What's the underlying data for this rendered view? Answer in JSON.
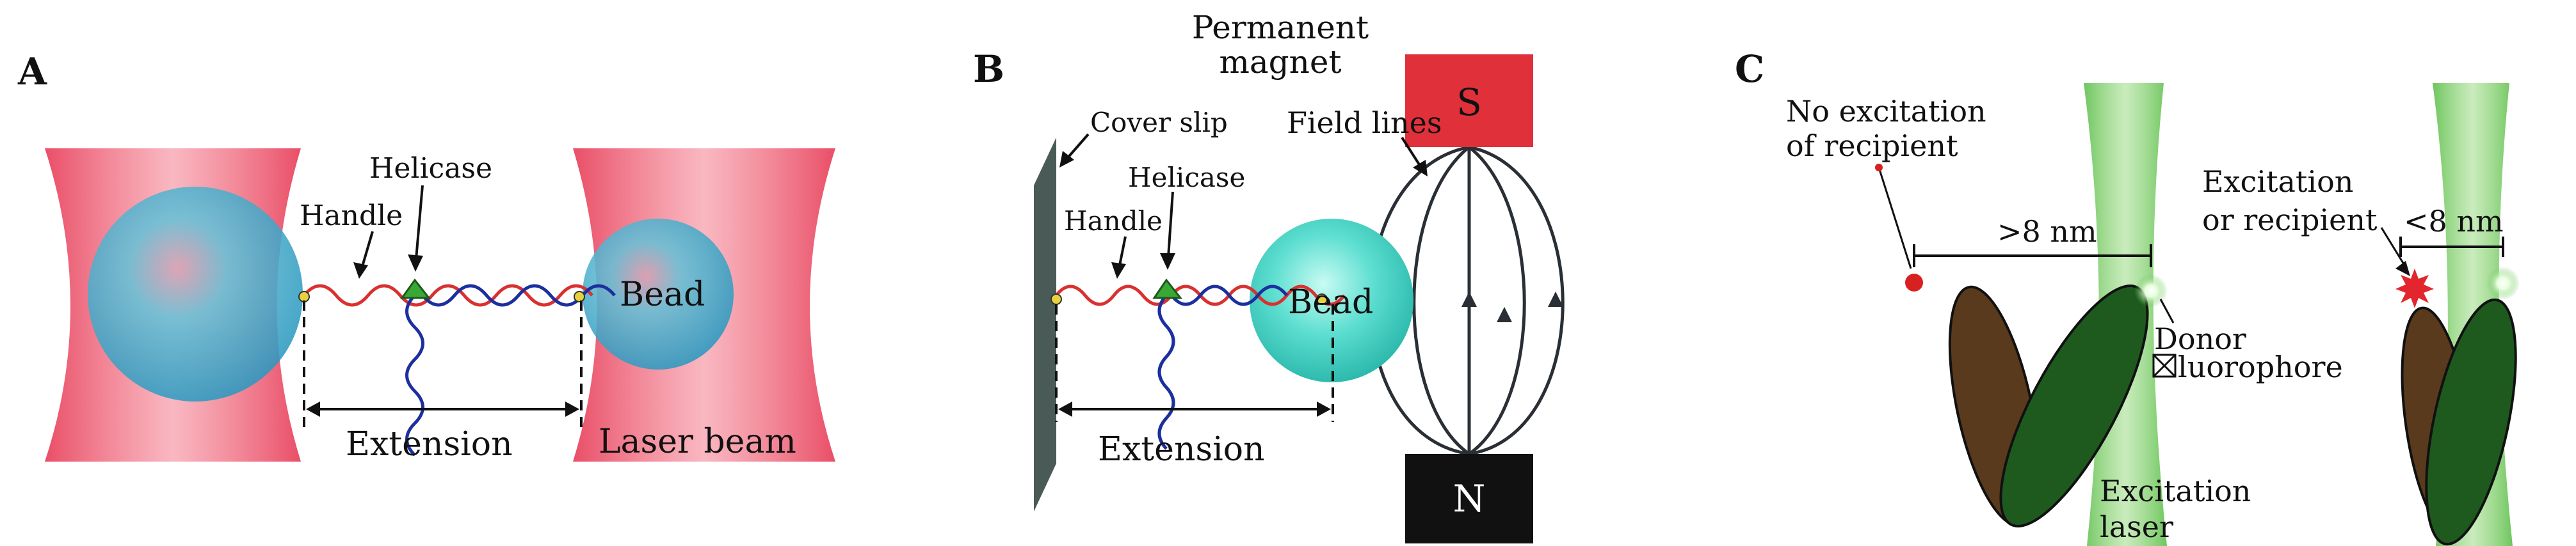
{
  "panel_a": {
    "letter": "A",
    "labels": {
      "helicase": "Helicase",
      "handle": "Handle",
      "bead": "Bead",
      "extension": "Extension",
      "laser_beam": "Laser beam"
    }
  },
  "panel_b": {
    "letter": "B",
    "labels": {
      "permanent": "Permanent",
      "magnet": "magnet",
      "cover_slip": "Cover slip",
      "field_lines": "Field lines",
      "helicase": "Helicase",
      "handle": "Handle",
      "bead": "Bead",
      "extension": "Extension",
      "south_pole": "S",
      "north_pole": "N"
    }
  },
  "panel_c": {
    "letter": "C",
    "labels": {
      "no_excitation_1": "No excitation",
      "no_excitation_2": "of recipient",
      "distance_far": ">8 nm",
      "excitation_1": "Excitation",
      "excitation_2": "or recipient",
      "distance_near": "<8 nm",
      "donor_1": "Donor",
      "donor_2": "luorophore",
      "laser_1": "Excitation",
      "laser_2": "laser"
    }
  },
  "colors": {
    "laser_red": "#e8455f",
    "bead_cyan": "#4fd6c9",
    "dna_red": "#d93030",
    "dna_blue": "#1c2f9e",
    "helicase_green": "#3aa835",
    "magnet_red": "#e0303a",
    "magnet_black": "#111111",
    "cover_slip": "#4a5a56",
    "excitation_green": "#5fbf4d",
    "protein_brown": "#5a3a1c",
    "protein_green": "#1e5a1e"
  }
}
